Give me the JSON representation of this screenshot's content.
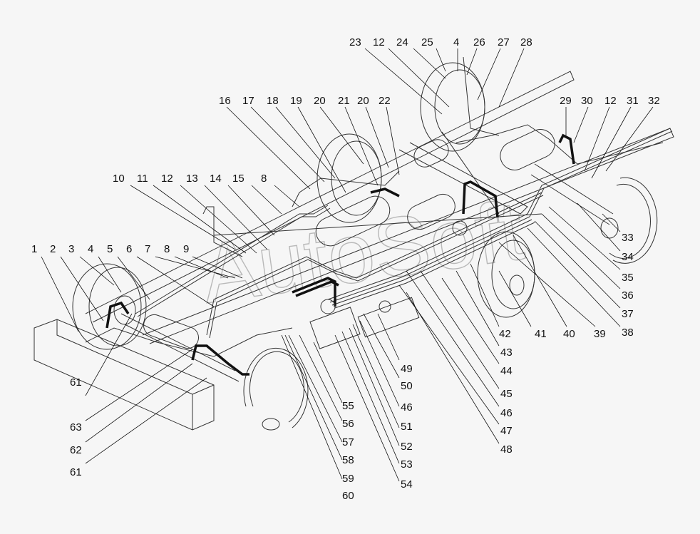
{
  "diagram": {
    "subject": "brake-piping-chassis-layout",
    "watermark": "AutoSoft",
    "callouts": {
      "top_right": [
        "23",
        "12",
        "24",
        "25",
        "4",
        "26",
        "27",
        "28"
      ],
      "top_middle": [
        "16",
        "17",
        "18",
        "19",
        "20",
        "21",
        "20",
        "22"
      ],
      "right_upper": [
        "29",
        "30",
        "12",
        "31",
        "32"
      ],
      "middle_left": [
        "10",
        "11",
        "12",
        "13",
        "14",
        "15",
        "8"
      ],
      "left": [
        "1",
        "2",
        "3",
        "4",
        "5",
        "6",
        "7",
        "8",
        "9"
      ],
      "right_column": [
        "33",
        "34",
        "35",
        "36",
        "37",
        "38"
      ],
      "lower_right_row": [
        "42",
        "41",
        "40",
        "39"
      ],
      "lower_right_column": [
        "43",
        "44",
        "45",
        "46",
        "47",
        "48"
      ],
      "lower_center": [
        "49",
        "50",
        "46",
        "51",
        "52",
        "53",
        "54"
      ],
      "lower_middle": [
        "55",
        "56",
        "57",
        "58",
        "59",
        "60"
      ],
      "lower_left": [
        "61",
        "63",
        "62",
        "61"
      ]
    },
    "colors": {
      "background": "#f6f6f6",
      "line": "#222222",
      "watermark": "#b9b9b9"
    }
  }
}
